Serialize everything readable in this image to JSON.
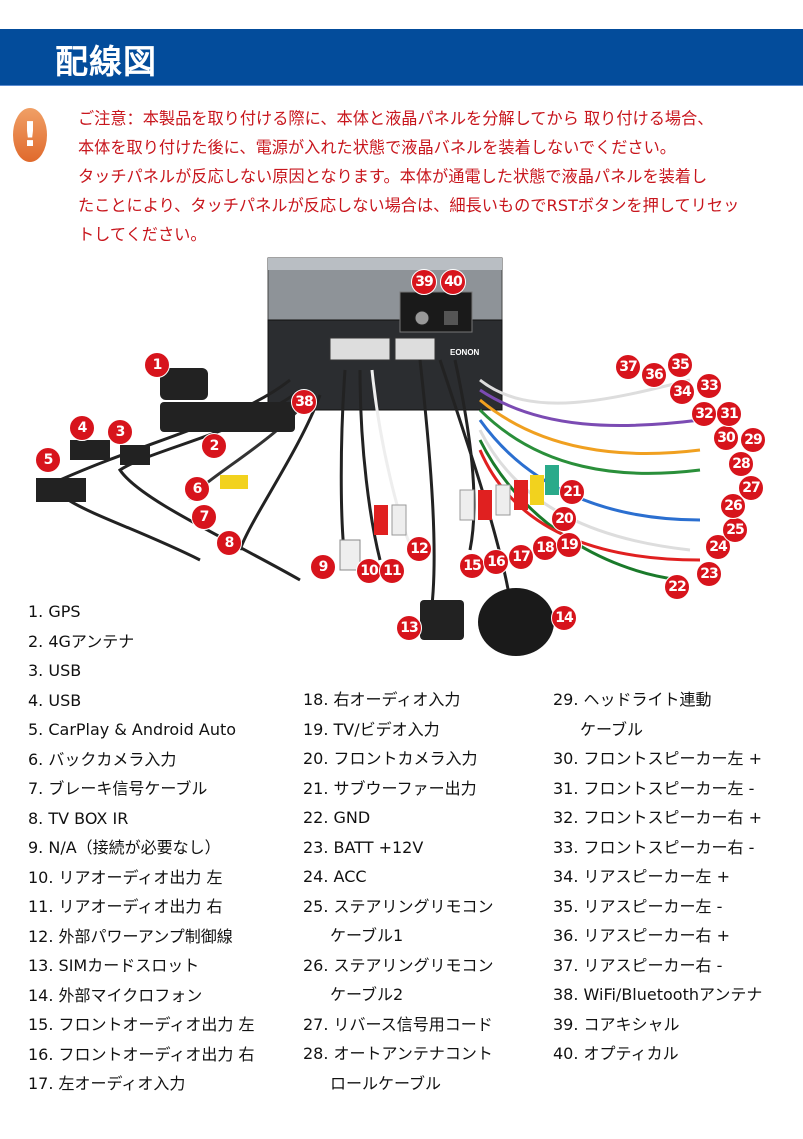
{
  "header": {
    "title": "配線図"
  },
  "notice": {
    "icon": "exclamation-icon",
    "lines": [
      "ご注意：本製品を取り付ける際に、本体と液晶パネルを分解してから 取り付ける場合、",
      "本体を取り付けた後に、電源が入れた状態で液晶バネルを装着しないでください。",
      "タッチパネルが反応しない原因となります。本体が通電した状態で液晶パネルを装着し",
      "たことにより、タッチパネルが反応しない場合は、細長いものでRSTボタンを押してリセッ",
      "トしてください。"
    ]
  },
  "diagram": {
    "brand": "EONON",
    "badges": [
      "1",
      "2",
      "3",
      "4",
      "5",
      "6",
      "7",
      "8",
      "9",
      "10",
      "11",
      "12",
      "13",
      "14",
      "15",
      "16",
      "17",
      "18",
      "19",
      "20",
      "21",
      "22",
      "23",
      "24",
      "25",
      "26",
      "27",
      "28",
      "29",
      "30",
      "31",
      "32",
      "33",
      "34",
      "35",
      "36",
      "37",
      "38",
      "39",
      "40"
    ]
  },
  "legend": {
    "col1": [
      [
        "1. GPS"
      ],
      [
        "2. 4Gアンテナ"
      ],
      [
        "3. USB"
      ],
      [
        "4. USB"
      ],
      [
        "5. CarPlay & Android Auto"
      ],
      [
        "6. バックカメラ入力"
      ],
      [
        "7. ブレーキ信号ケーブル"
      ],
      [
        "8. TV BOX IR"
      ],
      [
        "9. N/A（接続が必要なし）"
      ],
      [
        "10. リアオーディオ出力 左"
      ],
      [
        "11. リアオーディオ出力 右"
      ],
      [
        "12. 外部パワーアンプ制御線"
      ],
      [
        "13. SIMカードスロット"
      ],
      [
        "14. 外部マイクロフォン"
      ],
      [
        "15.  フロントオーディオ出力 左"
      ],
      [
        "16. フロントオーディオ出力 右"
      ],
      [
        "17. 左オーディオ入力"
      ]
    ],
    "col2": [
      [
        "18. 右オーディオ入力"
      ],
      [
        "19. TV/ビデオ入力"
      ],
      [
        "20. フロントカメラ入力"
      ],
      [
        "21. サブウーファー出力"
      ],
      [
        "22. GND"
      ],
      [
        "23. BATT +12V"
      ],
      [
        "24. ACC"
      ],
      [
        "25. ステアリングリモコン",
        "ケーブル1"
      ],
      [
        "26. ステアリングリモコン",
        "ケーブル2"
      ],
      [
        "27. リバース信号用コード"
      ],
      [
        "28. オートアンテナコント",
        "ロールケーブル"
      ]
    ],
    "col3": [
      [
        "29. ヘッドライト連動",
        "ケーブル"
      ],
      [
        "30. フロントスピーカー左 +"
      ],
      [
        "31. フロントスピーカー左  -"
      ],
      [
        "32. フロントスピーカー右 +"
      ],
      [
        "33. フロントスピーカー右  -"
      ],
      [
        "34. リアスピーカー左 +"
      ],
      [
        "35. リアスピーカー左  -"
      ],
      [
        "36. リアスピーカー右 +"
      ],
      [
        "37. リアスピーカー右  -"
      ],
      [
        "38. WiFi/Bluetoothアンテナ"
      ],
      [
        "39. コアキシャル"
      ],
      [
        "40. オプティカル"
      ]
    ]
  }
}
